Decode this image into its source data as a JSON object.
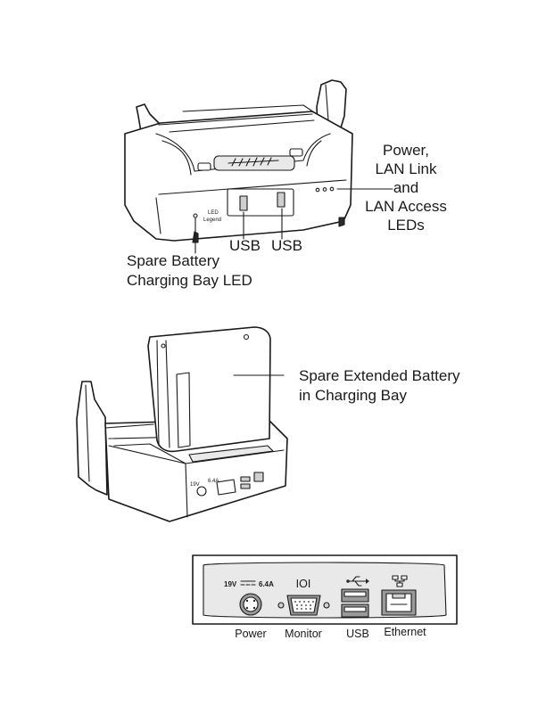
{
  "figure1": {
    "leds_callout_lines": [
      "Power,",
      "LAN Link",
      "and",
      "LAN Access",
      "LEDs"
    ],
    "usb_left": "USB",
    "usb_right": "USB",
    "spare_bay_led_lines": [
      "Spare Battery",
      "Charging Bay LED"
    ],
    "led_legend_lines": [
      "LED",
      "Legend"
    ]
  },
  "figure2": {
    "battery_callout_lines": [
      "Spare Extended Battery",
      "in Charging Bay"
    ]
  },
  "figure3": {
    "power_spec": {
      "voltage": "19V",
      "current": "6.4A"
    },
    "monitor_glyph": "IOI",
    "port_labels": {
      "power": "Power",
      "monitor": "Monitor",
      "usb": "USB",
      "ethernet": "Ethernet"
    }
  },
  "colors": {
    "line": "#1a1a1a",
    "panel_gray": "#e9e9e9",
    "port_gray": "#9a9a9a"
  }
}
